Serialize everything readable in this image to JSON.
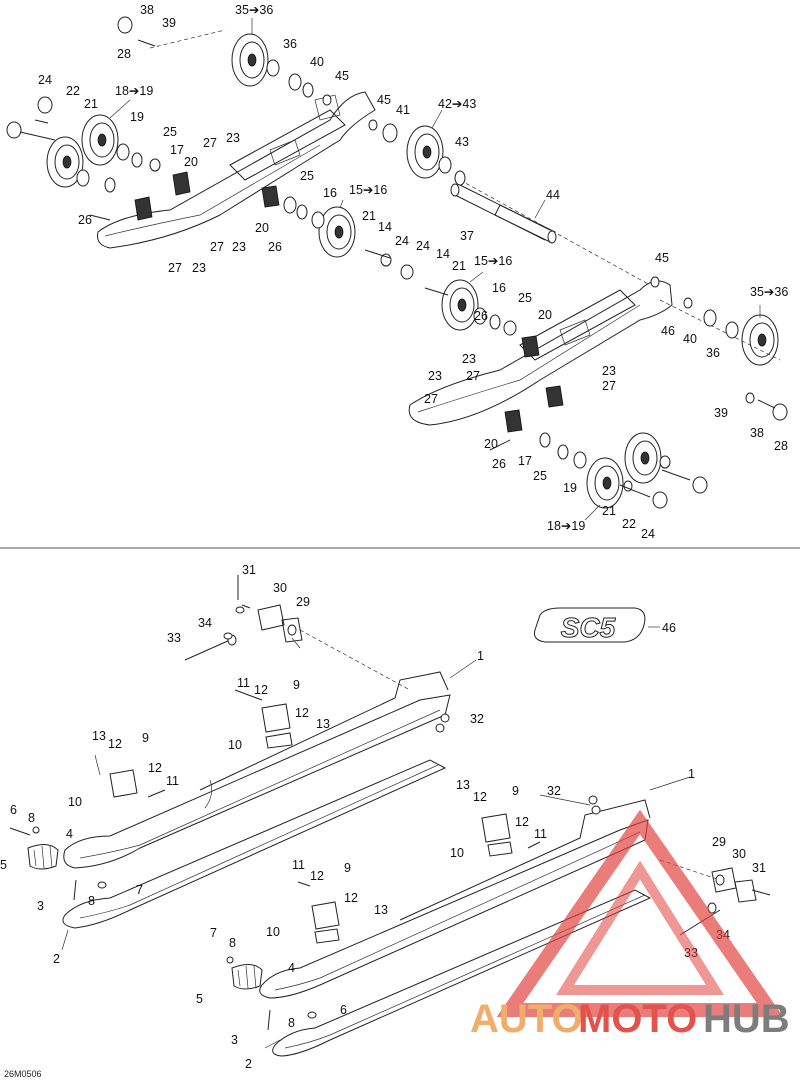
{
  "diagram": {
    "figure_code": "26M0506",
    "upper_labels": {
      "l38": "38",
      "l39": "39",
      "l28a": "28",
      "l3536a": "35➔36",
      "l36a": "36",
      "l40a": "40",
      "l45a": "45",
      "l24a": "24",
      "l22a": "22",
      "l21a": "21",
      "l1819a": "18➔19",
      "l19a": "19",
      "l25a": "25",
      "l17a": "17",
      "l20a": "20",
      "l27a": "27",
      "l23a": "23",
      "l26a": "26",
      "l27b": "27",
      "l23b": "23",
      "l20b": "20",
      "l26b": "26",
      "l27c": "27",
      "l23c": "23",
      "l25b": "25",
      "l16a": "16",
      "l1516a": "15➔16",
      "l21b": "21",
      "l14a": "14",
      "l24b": "24",
      "l24c": "24",
      "l14b": "14",
      "l21c": "21",
      "l45b": "45",
      "l41": "41",
      "l4243": "42➔43",
      "l43": "43",
      "l44": "44",
      "l37": "37",
      "l45c": "45",
      "l1516b": "15➔16",
      "l16b": "16",
      "l25c": "25",
      "l20c": "20",
      "l26c": "26",
      "l46a": "46",
      "l40b": "40",
      "l3536b": "35➔36",
      "l36b": "36",
      "l23d": "23",
      "l27d": "27",
      "l23e": "23",
      "l27e": "27",
      "l23f": "23",
      "l27f": "27",
      "l20d": "20",
      "l26d": "26",
      "l17b": "17",
      "l25d": "25",
      "l19b": "19",
      "l21d": "21",
      "l22b": "22",
      "l1819b": "18➔19",
      "l24d": "24",
      "l39b": "39",
      "l38b": "38",
      "l28b": "28"
    },
    "lower_labels": {
      "l31a": "31",
      "l30a": "30",
      "l29a": "29",
      "l34a": "34",
      "l33a": "33",
      "l46b": "46",
      "l1a": "1",
      "l11a": "11",
      "l12a": "12",
      "l9a": "9",
      "l12b": "12",
      "l13a": "13",
      "l10a": "10",
      "l32a": "32",
      "l13b": "13",
      "l12c": "12",
      "l9b": "9",
      "l12d": "12",
      "l11b": "11",
      "l10b": "10",
      "l6a": "6",
      "l8a": "8",
      "l4a": "4",
      "l5a": "5",
      "l8b": "8",
      "l7a": "7",
      "l3a": "3",
      "l2a": "2",
      "l1b": "1",
      "l32b": "32",
      "l13c": "13",
      "l12e": "12",
      "l9c": "9",
      "l12f": "12",
      "l11c": "11",
      "l10c": "10",
      "l29b": "29",
      "l30b": "30",
      "l31b": "31",
      "l34b": "34",
      "l33b": "33",
      "l11d": "11",
      "l12g": "12",
      "l9d": "9",
      "l12h": "12",
      "l13d": "13",
      "l10d": "10",
      "l7b": "7",
      "l8c": "8",
      "l4b": "4",
      "l5b": "5",
      "l8d": "8",
      "l6b": "6",
      "l3b": "3",
      "l2b": "2"
    },
    "logo_text": "SC5",
    "watermark": {
      "auto": "AUTO",
      "moto": "MOTO",
      "hub": "HUB"
    },
    "colors": {
      "line": "#222222",
      "watermark_red": "#e0403a",
      "watermark_orange": "#f0a55a",
      "watermark_gray": "#6f6f6f"
    }
  }
}
